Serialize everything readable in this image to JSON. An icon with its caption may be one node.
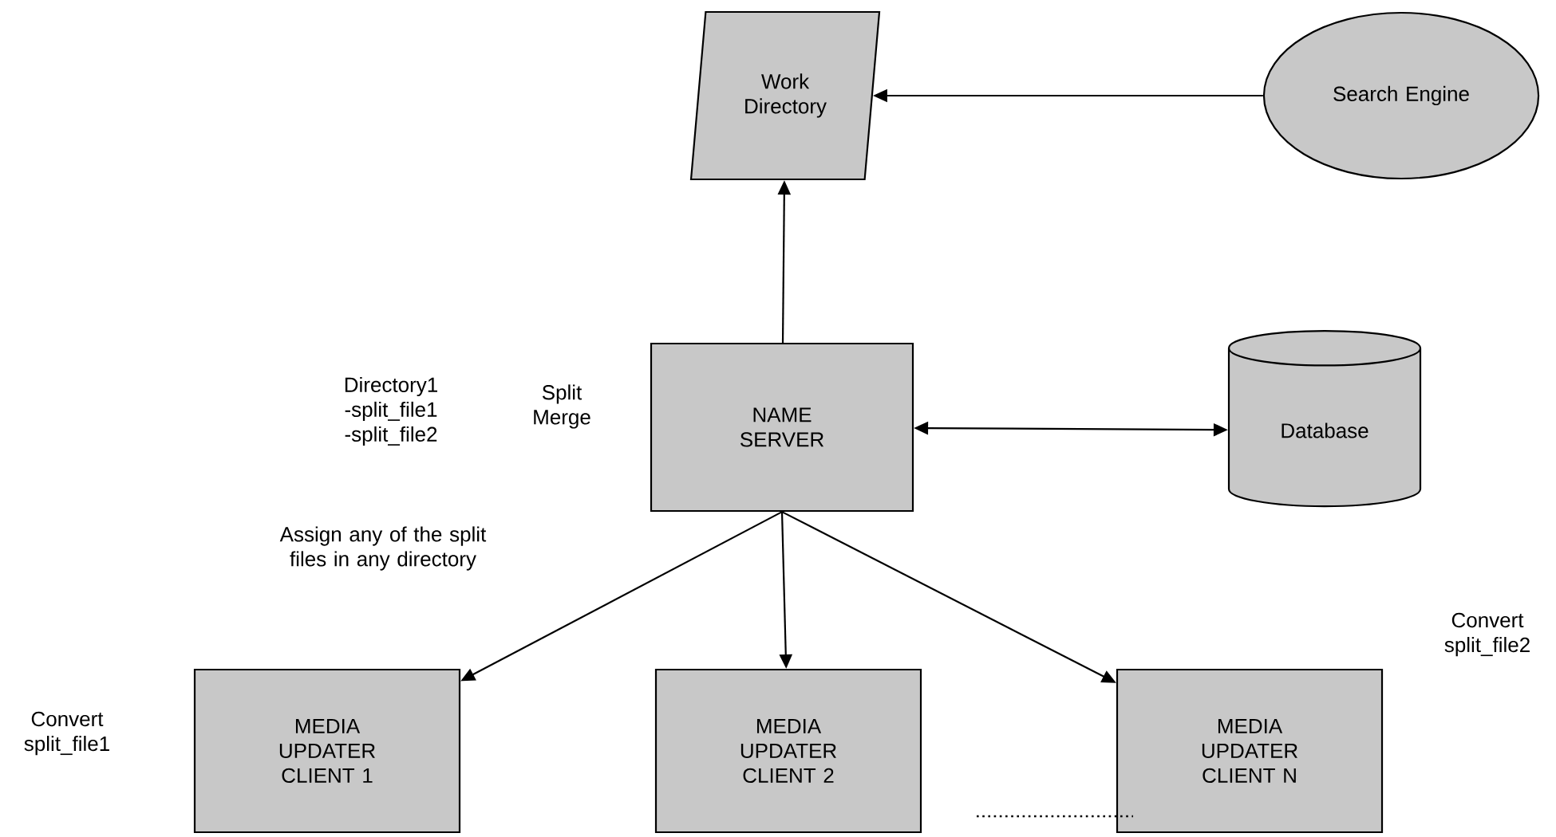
{
  "diagram": {
    "nodes": [
      {
        "text": [
          "Work Directory"
        ]
      },
      {
        "text": [
          "Search Engine"
        ]
      },
      {
        "text": [
          "NAME SERVER"
        ]
      },
      {
        "text": [
          "Database"
        ]
      },
      {
        "text": [
          "MEDIA UPDATER CLIENT 1"
        ]
      },
      {
        "text": [
          "MEDIA UPDATER CLIENT 2"
        ]
      },
      {
        "text": [
          "MEDIA UPDATER CLIENT N"
        ]
      }
    ],
    "edges": [
      {
        "from": 1,
        "to": 0,
        "arrow": "to"
      },
      {
        "from": 2,
        "to": 0,
        "arrow": "to"
      },
      {
        "from": 2,
        "to": 3,
        "arrow": "both"
      },
      {
        "from": 2,
        "to": 4,
        "arrow": "to"
      },
      {
        "from": 2,
        "to": 5,
        "arrow": "to"
      },
      {
        "from": 2,
        "to": 6,
        "arrow": "to"
      }
    ],
    "labels": [
      "Directory1 -split_file1 -split_file2",
      "Split Merge",
      "Assign any of  the split files in any directory",
      "Convert split_file2",
      "Convert split_file1"
    ]
  }
}
